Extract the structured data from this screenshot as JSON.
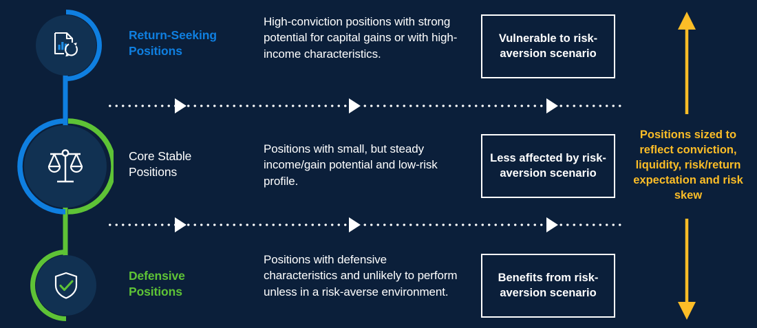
{
  "theme": {
    "background": "#0b1f3a",
    "circle_fill": "#113152",
    "blue": "#0f7fe0",
    "green": "#5ec336",
    "amber": "#fcbd27",
    "white": "#ffffff"
  },
  "rows": [
    {
      "id": "return-seeking",
      "icon": "document-chart-refresh-icon",
      "label": "Return-Seeking\nPositions",
      "label_color": "blue",
      "description": "High-conviction positions with strong potential for capital gains or with high-income characteristics.",
      "description_lines": [
        "High-conviction positions",
        "with strong potential for",
        "capital gains or with",
        "high-income characteristics."
      ],
      "scenario": "Vulnerable to risk-aversion scenario",
      "scenario_lines": [
        "Vulnerable to",
        "risk-aversion",
        "scenario"
      ]
    },
    {
      "id": "core-stable",
      "icon": "balance-scale-icon",
      "label": "Core Stable\nPositions",
      "label_color": "white",
      "description": "Positions with small, but steady income/gain potential and low-risk profile.",
      "description_lines": [
        "Positions with small, but",
        "steady income/gain potential",
        "and low-risk profile."
      ],
      "scenario": "Less affected by risk-aversion scenario",
      "scenario_lines": [
        "Less affected by",
        "risk-aversion",
        "scenario"
      ]
    },
    {
      "id": "defensive",
      "icon": "shield-check-icon",
      "label": "Defensive\nPositions",
      "label_color": "green",
      "description": "Positions with defensive characteristics and unlikely to perform unless in a risk-averse environment.",
      "description_lines": [
        "Positions with defensive",
        "characteristics and unlikely",
        "to perform unless in a",
        "risk-averse environment."
      ],
      "scenario": "Benefits from risk-aversion scenario",
      "scenario_lines": [
        "Benefits from",
        "risk-aversion",
        "scenario"
      ]
    }
  ],
  "sizing": {
    "text": "Positions sized to reflect conviction, liquidity, risk/return expectation and risk skew",
    "lines": [
      "Positions sized to",
      "reflect conviction,",
      "liquidity, risk/return",
      "expectation and",
      "risk skew"
    ],
    "up_arrow": "arrow-up-icon",
    "down_arrow": "arrow-down-icon"
  }
}
